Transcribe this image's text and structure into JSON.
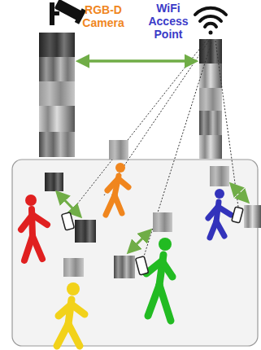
{
  "diagram": {
    "nodes": [
      {
        "text": [
          "RGB-D Camera"
        ]
      },
      {
        "text": [
          "WiFi Access Point"
        ]
      }
    ],
    "edges": [
      {
        "from": 0,
        "to": 1,
        "arrow": "both"
      }
    ]
  }
}
